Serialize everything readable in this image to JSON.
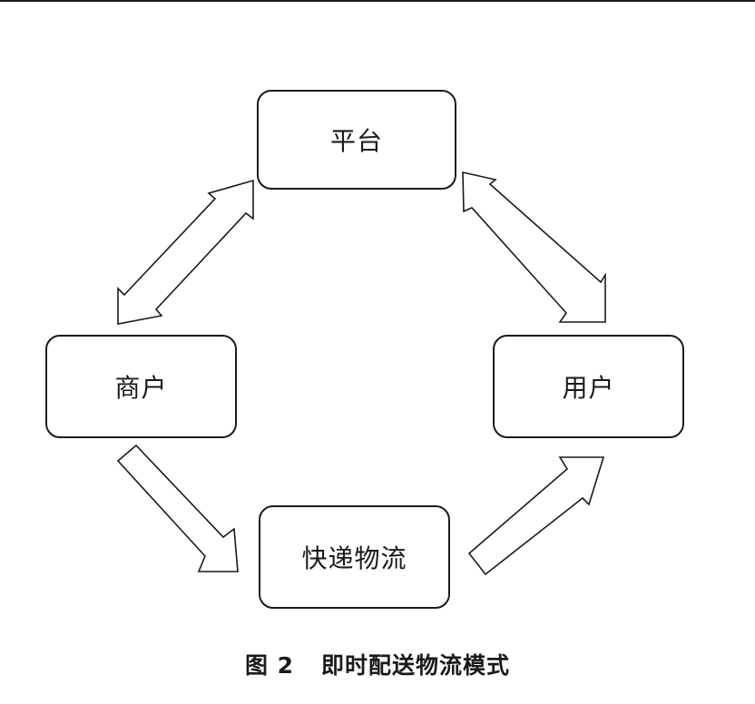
{
  "diagram": {
    "nodes": {
      "platform": "平台",
      "merchant": "商户",
      "user": "用户",
      "express": "快递物流"
    },
    "edges": [
      {
        "from": "merchant",
        "to": "platform",
        "kind": "bidirectional"
      },
      {
        "from": "platform",
        "to": "user",
        "kind": "bidirectional"
      },
      {
        "from": "merchant",
        "to": "express",
        "kind": "single"
      },
      {
        "from": "express",
        "to": "user",
        "kind": "single"
      }
    ],
    "line_color": "#1a1a1a"
  },
  "caption": {
    "figure_number": "图 2",
    "title": "即时配送物流模式"
  }
}
